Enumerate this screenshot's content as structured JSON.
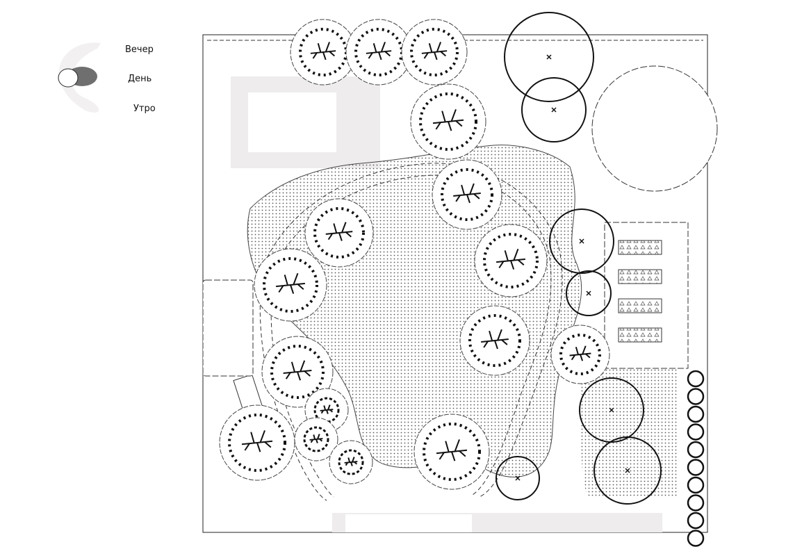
{
  "legend": {
    "items": [
      {
        "label": "Вечер"
      },
      {
        "label": "День"
      },
      {
        "label": "Утро"
      }
    ]
  },
  "colors": {
    "background": "#ffffff",
    "line": "#111111",
    "paving": "#efeced",
    "lawn_dots": "#555555",
    "sun_glow": "#f2f0f1",
    "sun_dark": "#6f6f6f"
  },
  "plan": {
    "ornamental_trees": [
      {
        "name": "tree-01"
      },
      {
        "name": "tree-02"
      },
      {
        "name": "tree-03"
      },
      {
        "name": "tree-04"
      },
      {
        "name": "tree-05"
      },
      {
        "name": "tree-06"
      },
      {
        "name": "tree-07"
      },
      {
        "name": "tree-08"
      },
      {
        "name": "tree-09"
      },
      {
        "name": "tree-10"
      },
      {
        "name": "tree-11"
      },
      {
        "name": "tree-12"
      },
      {
        "name": "tree-13"
      },
      {
        "name": "tree-14"
      },
      {
        "name": "tree-15"
      },
      {
        "name": "tree-16"
      }
    ],
    "crown_trees": [
      {
        "name": "crown-01"
      },
      {
        "name": "crown-02"
      },
      {
        "name": "crown-03"
      },
      {
        "name": "crown-04"
      },
      {
        "name": "crown-05"
      },
      {
        "name": "crown-06"
      },
      {
        "name": "crown-07"
      }
    ],
    "raised_beds": 4,
    "hedge_shrubs": 10
  }
}
